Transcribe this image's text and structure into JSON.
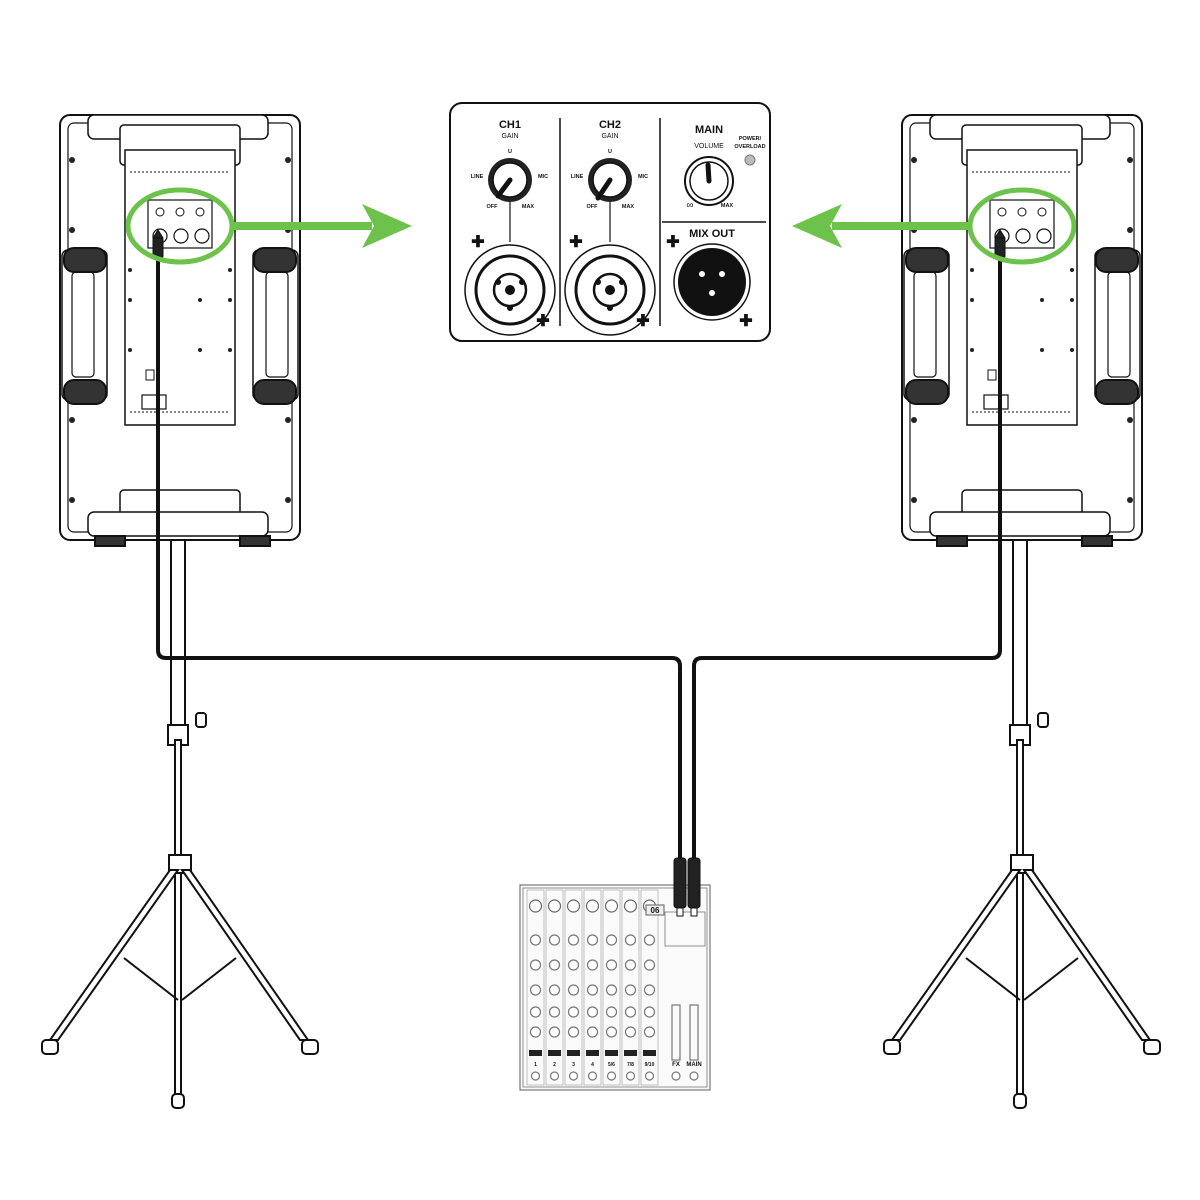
{
  "panel": {
    "ch1": {
      "title": "CH1",
      "sub": "GAIN",
      "u": "U",
      "line": "LINE",
      "mic": "MIC",
      "off": "OFF",
      "max": "MAX"
    },
    "ch2": {
      "title": "CH2",
      "sub": "GAIN",
      "u": "U",
      "line": "LINE",
      "mic": "MIC",
      "off": "OFF",
      "max": "MAX"
    },
    "main": {
      "title": "MAIN",
      "sub": "VOLUME",
      "zero": "∞",
      "max": "MAX",
      "power1": "POWER/",
      "power2": "OVERLOAD",
      "mixout": "MIX OUT"
    }
  },
  "mixer": {
    "channels": [
      "1",
      "2",
      "3",
      "4",
      "5/6",
      "7/8",
      "9/10"
    ],
    "fx": "FX",
    "main": "MAIN",
    "display": "06"
  },
  "colors": {
    "accent": "#6cc24a",
    "line": "#111111",
    "bg": "#ffffff"
  },
  "icons": [
    "arrow-right-icon",
    "arrow-left-icon",
    "xlr-connector-icon",
    "combo-jack-icon",
    "screw-icon"
  ]
}
